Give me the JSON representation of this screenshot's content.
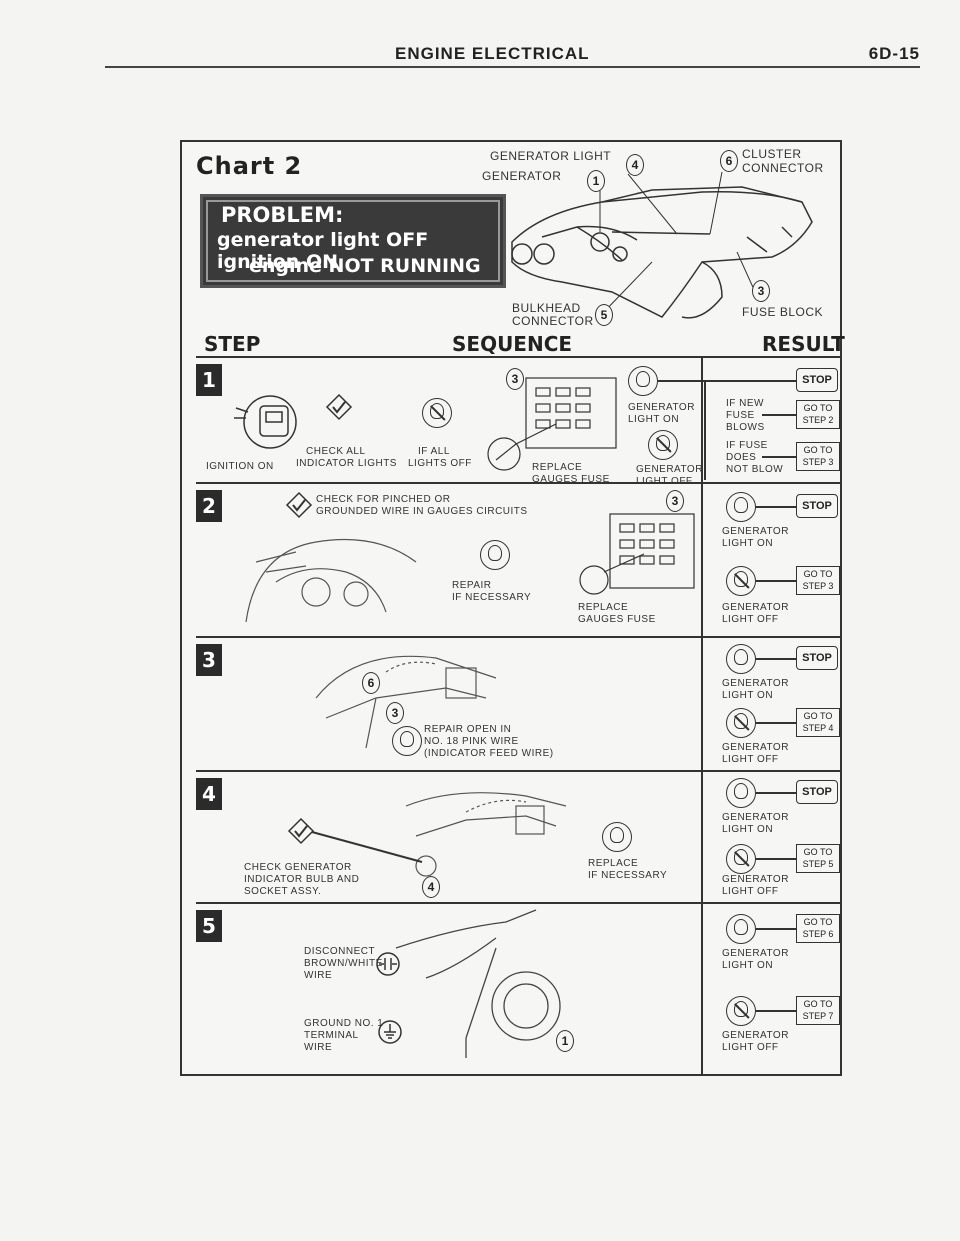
{
  "header": {
    "title": "ENGINE ELECTRICAL",
    "page_number": "6D-15"
  },
  "chart": {
    "title": "Chart 2",
    "problem": {
      "line1": "PROBLEM:",
      "line2": "generator light OFF ignition ON",
      "line3": "engine NOT RUNNING"
    },
    "top_labels": {
      "generator_light": "GENERATOR LIGHT",
      "generator": "GENERATOR",
      "cluster_connector_1": "CLUSTER",
      "cluster_connector_2": "CONNECTOR",
      "bulkhead_1": "BULKHEAD",
      "bulkhead_2": "CONNECTOR",
      "fuse_block": "FUSE BLOCK",
      "n4": "4",
      "n1": "1",
      "n6": "6",
      "n5": "5",
      "n3": "3"
    },
    "columns": {
      "step": "STEP",
      "sequence": "SEQUENCE",
      "result": "RESULT"
    },
    "steps": [
      {
        "number": "1",
        "ignition": "IGNITION ON",
        "check_1": "CHECK ALL",
        "check_2": "INDICATOR LIGHTS",
        "ifall_1": "IF ALL",
        "ifall_2": "LIGHTS OFF",
        "replace_1": "REPLACE",
        "replace_2": "GAUGES FUSE",
        "fuse_ref": "3",
        "gen_on_1": "GENERATOR",
        "gen_on_2": "LIGHT ON",
        "gen_off_1": "GENERATOR",
        "gen_off_2": "LIGHT OFF",
        "new_fuse_1": "IF NEW",
        "new_fuse_2": "FUSE",
        "new_fuse_3": "BLOWS",
        "if_fuse_1": "IF FUSE",
        "if_fuse_2": "DOES",
        "if_fuse_3": "NOT BLOW",
        "stop": "STOP",
        "goto_a_1": "GO TO",
        "goto_a_2": "STEP 2",
        "goto_b_1": "GO TO",
        "goto_b_2": "STEP 3"
      },
      {
        "number": "2",
        "check_1": "CHECK FOR PINCHED OR",
        "check_2": "GROUNDED WIRE IN GAUGES CIRCUITS",
        "repair_1": "REPAIR",
        "repair_2": "IF NECESSARY",
        "replace_1": "REPLACE",
        "replace_2": "GAUGES FUSE",
        "fuse_ref": "3",
        "on_1": "GENERATOR",
        "on_2": "LIGHT ON",
        "off_1": "GENERATOR",
        "off_2": "LIGHT OFF",
        "stop": "STOP",
        "goto_1": "GO TO",
        "goto_2": "STEP 3"
      },
      {
        "number": "3",
        "repair_1": "REPAIR OPEN IN",
        "repair_2": "NO. 18 PINK WIRE",
        "repair_3": "(INDICATOR FEED WIRE)",
        "ref_6": "6",
        "ref_3": "3",
        "on_1": "GENERATOR",
        "on_2": "LIGHT ON",
        "off_1": "GENERATOR",
        "off_2": "LIGHT OFF",
        "stop": "STOP",
        "goto_1": "GO TO",
        "goto_2": "STEP 4"
      },
      {
        "number": "4",
        "check_1": "CHECK GENERATOR",
        "check_2": "INDICATOR BULB AND",
        "check_3": "SOCKET ASSY.",
        "replace_1": "REPLACE",
        "replace_2": "IF NECESSARY",
        "ref_4": "4",
        "on_1": "GENERATOR",
        "on_2": "LIGHT ON",
        "off_1": "GENERATOR",
        "off_2": "LIGHT OFF",
        "stop": "STOP",
        "goto_1": "GO TO",
        "goto_2": "STEP 5"
      },
      {
        "number": "5",
        "disconnect_1": "DISCONNECT",
        "disconnect_2": "BROWN/WHITE",
        "disconnect_3": "WIRE",
        "ground_1": "GROUND NO. 1",
        "ground_2": "TERMINAL",
        "ground_3": "WIRE",
        "ref_1": "1",
        "on_1": "GENERATOR",
        "on_2": "LIGHT ON",
        "off_1": "GENERATOR",
        "off_2": "LIGHT OFF",
        "goto_a_1": "GO TO",
        "goto_a_2": "STEP 6",
        "goto_b_1": "GO TO",
        "goto_b_2": "STEP 7"
      }
    ]
  }
}
